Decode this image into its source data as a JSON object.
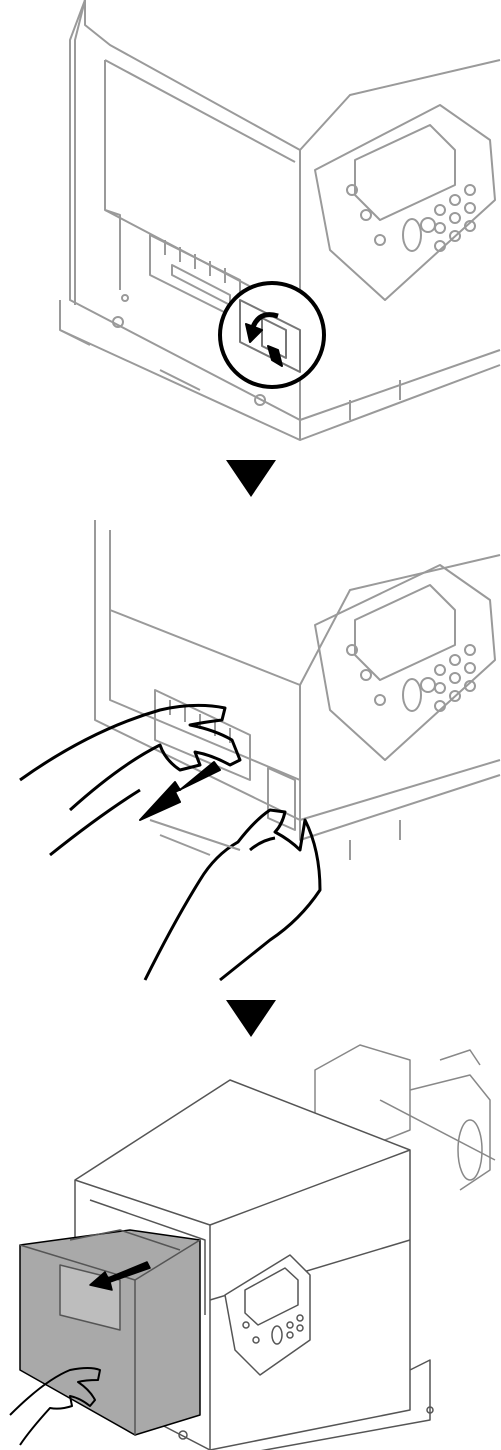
{
  "steps": [
    {
      "id": "step-1",
      "action": "turn-lever"
    },
    {
      "id": "step-2",
      "action": "pull-unit"
    },
    {
      "id": "step-3",
      "action": "remove-unit"
    }
  ],
  "colors": {
    "line": "#9a9a9a",
    "dark": "#000000",
    "unit_fill": "#a9a9a9",
    "background": "#ffffff"
  }
}
